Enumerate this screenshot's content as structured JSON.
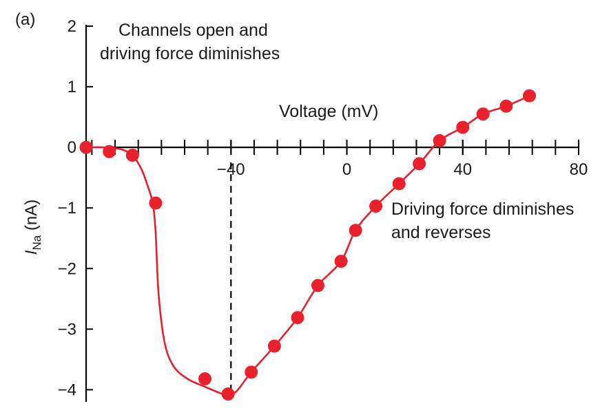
{
  "chart_data": {
    "type": "scatter",
    "panel_label": "(a)",
    "xlabel": "Voltage (mV)",
    "ylabel_main": "I",
    "ylabel_sub": "Na",
    "ylabel_unit": " (nA)",
    "xlim": [
      -90,
      80
    ],
    "ylim": [
      -4.2,
      2
    ],
    "x_ticks": [
      -40,
      0,
      40,
      80
    ],
    "x_tick_labels": [
      "−40",
      "0",
      "40",
      "80"
    ],
    "x_minor_step": 8,
    "y_ticks": [
      2,
      1,
      0,
      -1,
      -2,
      -3,
      -4
    ],
    "y_tick_labels": [
      "2",
      "1",
      "0",
      "−1",
      "−2",
      "−3",
      "−4"
    ],
    "annotations": {
      "top_line1": "Channels open and",
      "top_line2": "driving force diminishes",
      "right_line1": "Driving force diminishes",
      "right_line2": "and reverses"
    },
    "reference_line": {
      "x": -40
    },
    "series": [
      {
        "color": "#e8212c",
        "points": [
          {
            "x": -90,
            "y": 0.0
          },
          {
            "x": -82,
            "y": -0.07
          },
          {
            "x": -74,
            "y": -0.13
          },
          {
            "x": -66,
            "y": -0.92
          },
          {
            "x": -49,
            "y": -3.82
          },
          {
            "x": -41,
            "y": -4.07
          },
          {
            "x": -33,
            "y": -3.71
          },
          {
            "x": -25,
            "y": -3.28
          },
          {
            "x": -17,
            "y": -2.81
          },
          {
            "x": -10,
            "y": -2.28
          },
          {
            "x": -2,
            "y": -1.88
          },
          {
            "x": 3,
            "y": -1.37
          },
          {
            "x": 10,
            "y": -0.97
          },
          {
            "x": 18,
            "y": -0.6
          },
          {
            "x": 25,
            "y": -0.27
          },
          {
            "x": 32,
            "y": 0.11
          },
          {
            "x": 40,
            "y": 0.33
          },
          {
            "x": 47,
            "y": 0.55
          },
          {
            "x": 55,
            "y": 0.68
          },
          {
            "x": 63,
            "y": 0.85
          }
        ],
        "curve": [
          [
            -90,
            0.0
          ],
          [
            -84,
            0.0
          ],
          [
            -78,
            -0.03
          ],
          [
            -74,
            -0.13
          ],
          [
            -71,
            -0.35
          ],
          [
            -69,
            -0.6
          ],
          [
            -67,
            -0.92
          ],
          [
            -66,
            -1.4
          ],
          [
            -65,
            -2.4
          ],
          [
            -63,
            -3.2
          ],
          [
            -60,
            -3.6
          ],
          [
            -55,
            -3.82
          ],
          [
            -49,
            -3.95
          ],
          [
            -44,
            -4.05
          ],
          [
            -41,
            -4.09
          ],
          [
            -38,
            -4.02
          ],
          [
            -33,
            -3.71
          ],
          [
            -25,
            -3.28
          ],
          [
            -17,
            -2.81
          ],
          [
            -10,
            -2.28
          ],
          [
            -2,
            -1.88
          ],
          [
            3,
            -1.37
          ],
          [
            10,
            -0.97
          ],
          [
            18,
            -0.6
          ],
          [
            25,
            -0.27
          ],
          [
            32,
            0.11
          ],
          [
            40,
            0.33
          ],
          [
            47,
            0.55
          ],
          [
            55,
            0.68
          ],
          [
            63,
            0.85
          ]
        ]
      }
    ]
  }
}
